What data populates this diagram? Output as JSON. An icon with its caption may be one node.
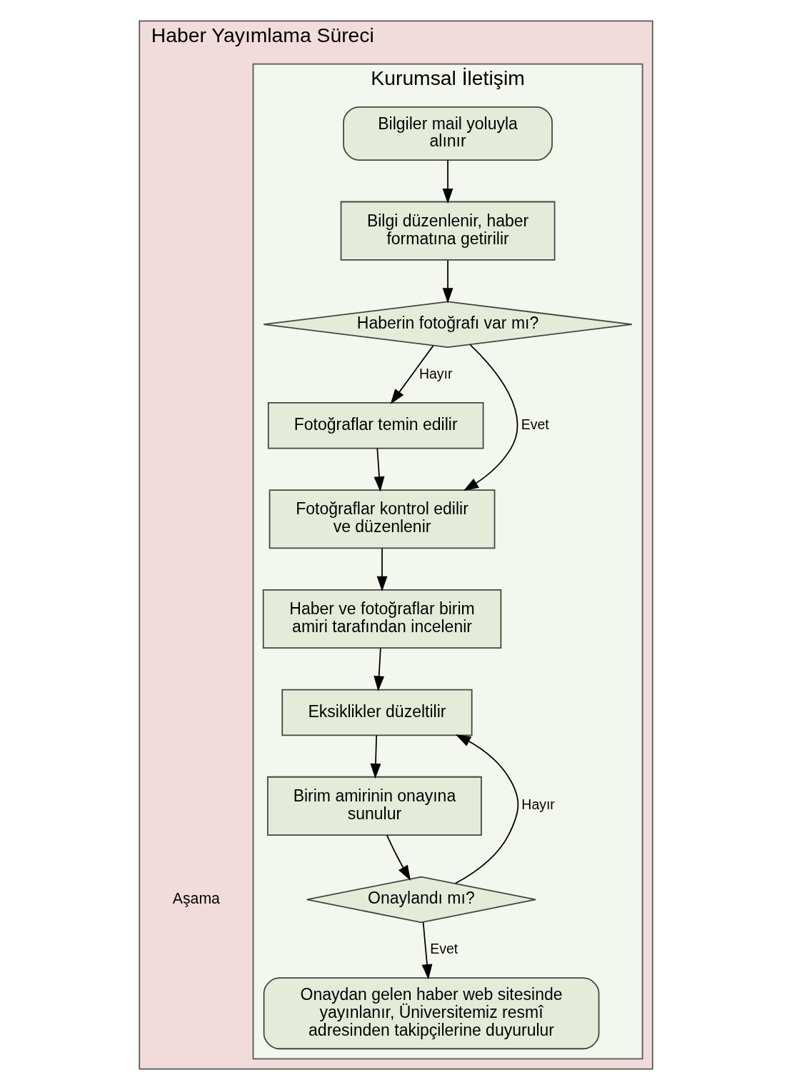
{
  "diagram": {
    "nodes": [
      {
        "text": [
          "Haber Yayımlama Süreci"
        ]
      },
      {
        "text": [
          "Kurumsal İletişim"
        ],
        "in": 0
      },
      {
        "text": [
          "Bilgiler mail yoluyla alınır"
        ],
        "in": 1
      },
      {
        "text": [
          "Bilgi düzenlenir, haber formatına getirilir"
        ],
        "in": 1
      },
      {
        "text": [
          "Haberin fotoğrafı var mı?"
        ],
        "in": 1
      },
      {
        "text": [
          "Fotoğraflar temin edilir"
        ],
        "in": 1
      },
      {
        "text": [
          "Fotoğraflar kontrol edilir ve düzenlenir"
        ],
        "in": 1
      },
      {
        "text": [
          "Haber ve fotoğraflar birim amiri tarafından incelenir"
        ],
        "in": 1
      },
      {
        "text": [
          "Eksiklikler düzeltilir"
        ],
        "in": 1
      },
      {
        "text": [
          "Birim amirinin onayına sunulur"
        ],
        "in": 1
      },
      {
        "text": [
          "Onaylandı mı?"
        ],
        "in": 1
      },
      {
        "text": [
          "Onaydan gelen haber web sitesinde yayınlanır, Üniversitemiz resmî adresinden takipçilerine duyurulur"
        ],
        "in": 1
      }
    ],
    "edges": [
      {
        "from": 2,
        "to": 3,
        "arrow": "to"
      },
      {
        "from": 3,
        "to": 4,
        "arrow": "to"
      },
      {
        "from": 4,
        "to": 6,
        "arrow": "to",
        "label": "Evet"
      },
      {
        "from": 4,
        "to": 5,
        "arrow": "to",
        "label": "Hayır"
      },
      {
        "from": 5,
        "to": 6,
        "arrow": "to"
      },
      {
        "from": 6,
        "to": 7,
        "arrow": "to"
      },
      {
        "from": 7,
        "to": 8,
        "arrow": "to"
      },
      {
        "from": 8,
        "to": 9,
        "arrow": "to"
      },
      {
        "from": 9,
        "to": 10,
        "arrow": "to"
      },
      {
        "from": 10,
        "to": 8,
        "arrow": "to",
        "label": "Hayır"
      },
      {
        "from": 10,
        "to": 11,
        "arrow": "to",
        "label": "Evet"
      }
    ],
    "labels": [
      "Aşama"
    ]
  }
}
